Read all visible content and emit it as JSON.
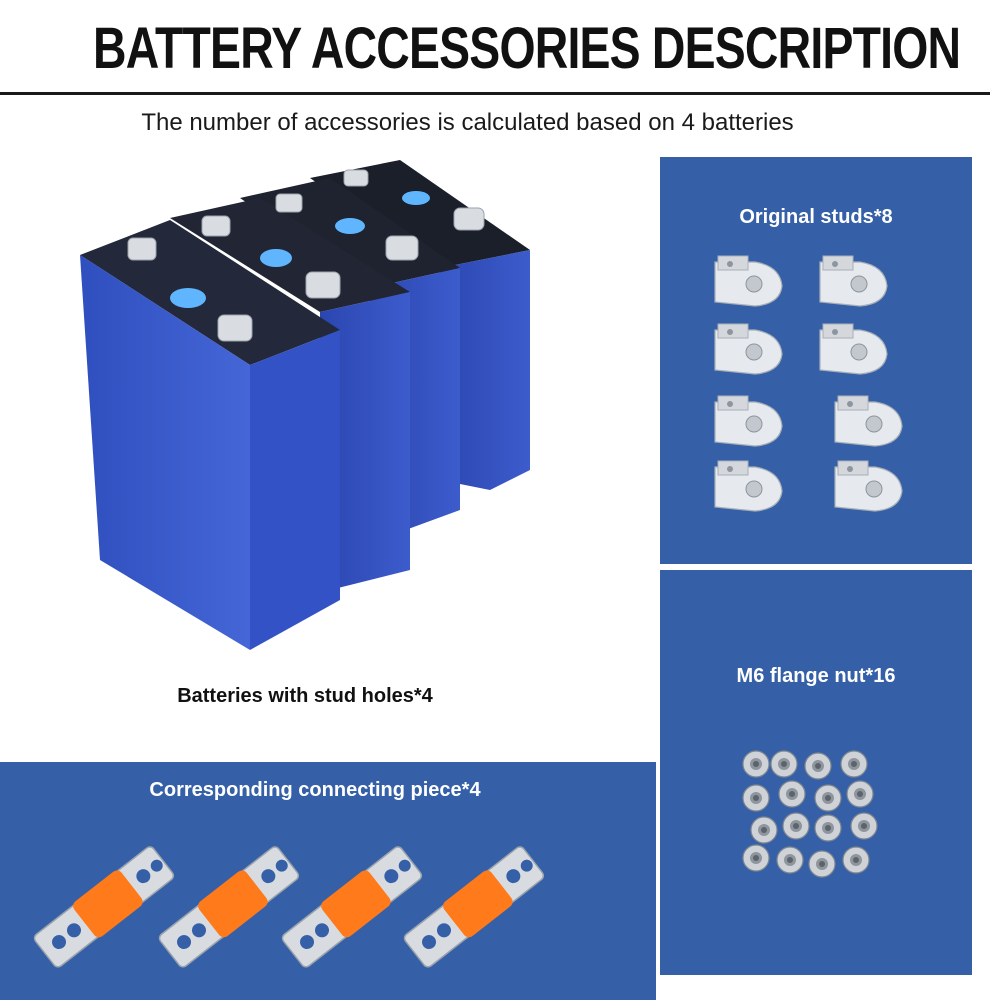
{
  "header": {
    "title": "BATTERY ACCESSORIES DESCRIPTION",
    "subtitle": "The number of accessories is calculated based on 4 batteries"
  },
  "batteries": {
    "label": "Batteries with stud holes*4",
    "count": 4
  },
  "studs": {
    "label": "Original studs*8",
    "count": 8
  },
  "nuts": {
    "label": "M6 flange nut*16",
    "count": 16
  },
  "connectors": {
    "label": "Corresponding connecting piece*4",
    "count": 4
  },
  "colors": {
    "panel_blue": "#3560a8",
    "battery_blue": "#3a59c4",
    "sleeve_orange": "#ff7a1a",
    "metal_silver": "#cfd3d8"
  }
}
